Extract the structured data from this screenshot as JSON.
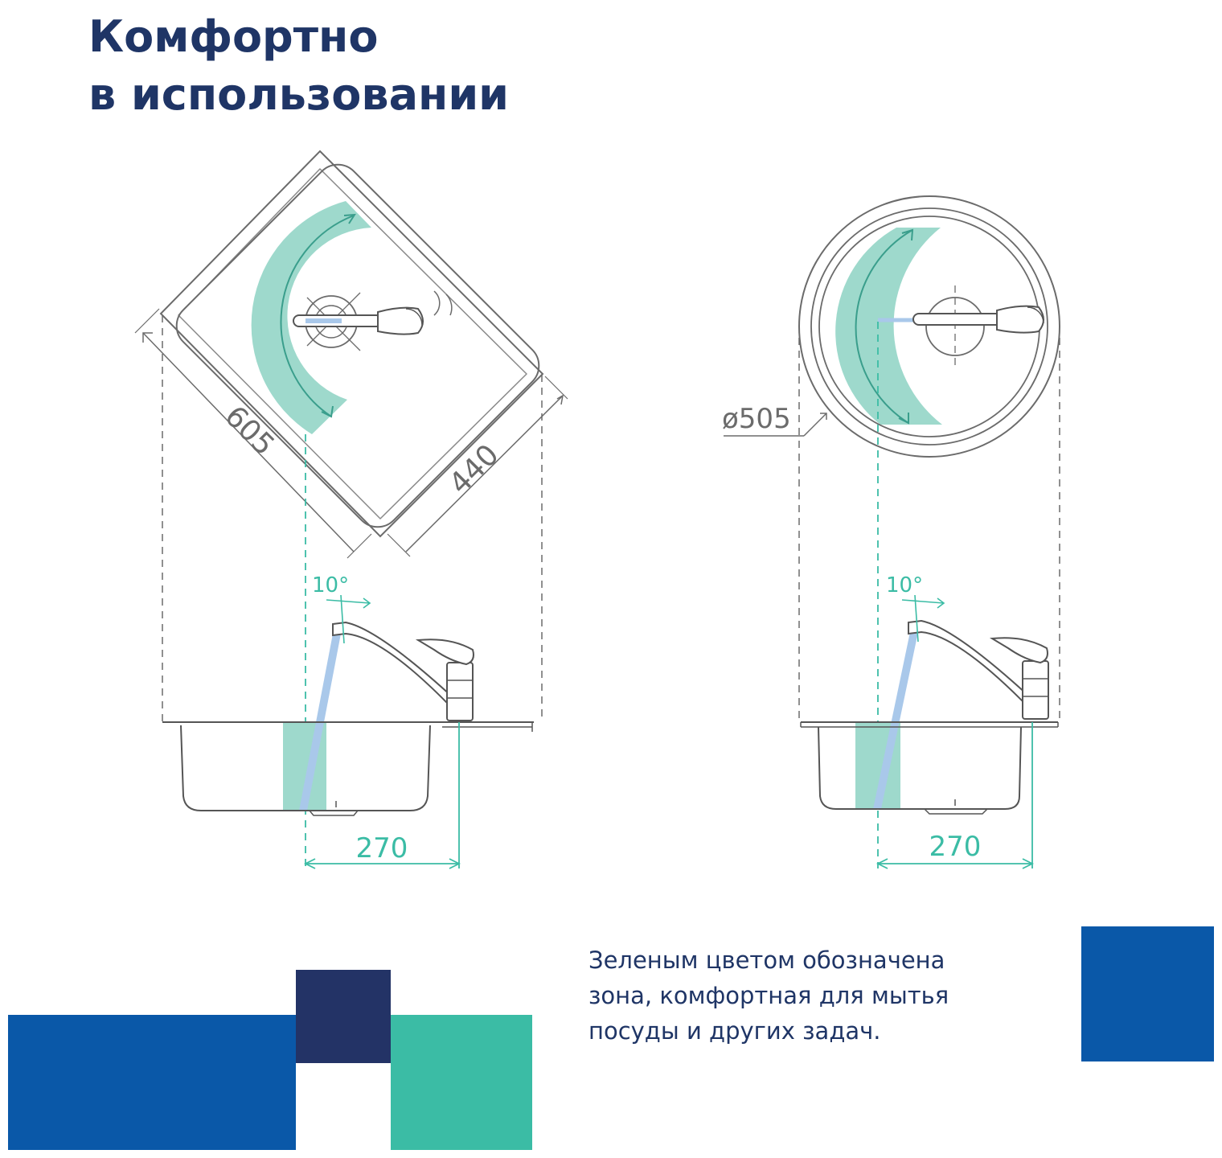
{
  "title": {
    "line1": "Комфортно",
    "line2": "в использовании"
  },
  "rect_sink": {
    "dim_length": "605",
    "dim_width": "440",
    "angle": "10°",
    "reach": "270"
  },
  "round_sink": {
    "diameter": "ø505",
    "angle": "10°",
    "reach": "270"
  },
  "caption": {
    "line1": "Зеленым цветом обозначена",
    "line2": "зона, комфортная для мытья",
    "line3": "посуды и других задач."
  },
  "colors": {
    "navy": "#1f3566",
    "blue": "#0a58a8",
    "dark_navy": "#233366",
    "teal": "#3bbca5",
    "zone_green": "#9ed9cc",
    "water_blue": "#a9c8ea",
    "line_gray": "#6b6b6b"
  }
}
